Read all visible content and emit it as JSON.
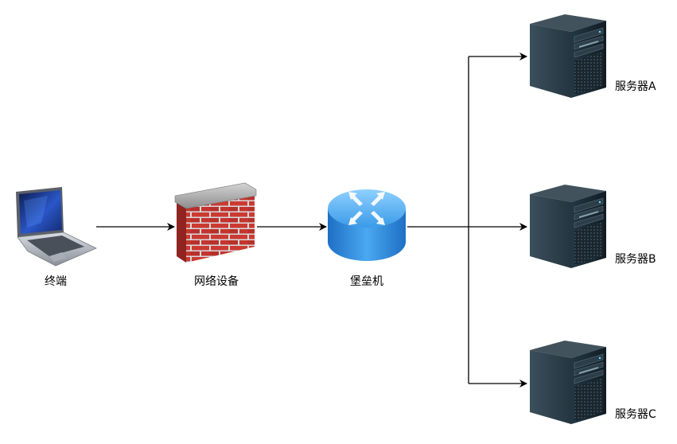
{
  "nodes": {
    "terminal": {
      "label": "终端"
    },
    "network_device": {
      "label": "网络设备"
    },
    "bastion": {
      "label": "堡垒机"
    },
    "server_a": {
      "label": "服务器A"
    },
    "server_b": {
      "label": "服务器B"
    },
    "server_c": {
      "label": "服务器C"
    }
  },
  "edges": [
    {
      "from": "terminal",
      "to": "network_device"
    },
    {
      "from": "network_device",
      "to": "bastion"
    },
    {
      "from": "bastion",
      "to": "server_a"
    },
    {
      "from": "bastion",
      "to": "server_b"
    },
    {
      "from": "bastion",
      "to": "server_c"
    }
  ],
  "colors": {
    "line": "#000000",
    "firewall_brick": "#c9302c",
    "router_body": "#2f8fe0",
    "server_body": "#1d2c36"
  }
}
